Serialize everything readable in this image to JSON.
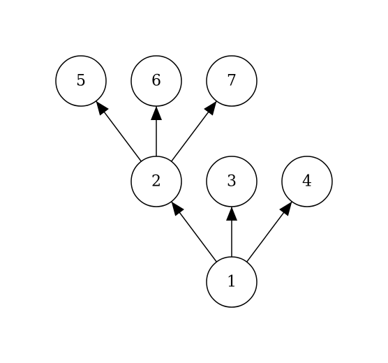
{
  "diagram": {
    "type": "directed-tree",
    "nodes": [
      {
        "id": "1",
        "label": "1"
      },
      {
        "id": "2",
        "label": "2"
      },
      {
        "id": "3",
        "label": "3"
      },
      {
        "id": "4",
        "label": "4"
      },
      {
        "id": "5",
        "label": "5"
      },
      {
        "id": "6",
        "label": "6"
      },
      {
        "id": "7",
        "label": "7"
      }
    ],
    "edges": [
      {
        "from": "1",
        "to": "2"
      },
      {
        "from": "1",
        "to": "3"
      },
      {
        "from": "1",
        "to": "4"
      },
      {
        "from": "2",
        "to": "5"
      },
      {
        "from": "2",
        "to": "6"
      },
      {
        "from": "2",
        "to": "7"
      }
    ],
    "colors": {
      "stroke": "#000000",
      "fill": "#ffffff",
      "background": "#ffffff"
    }
  }
}
